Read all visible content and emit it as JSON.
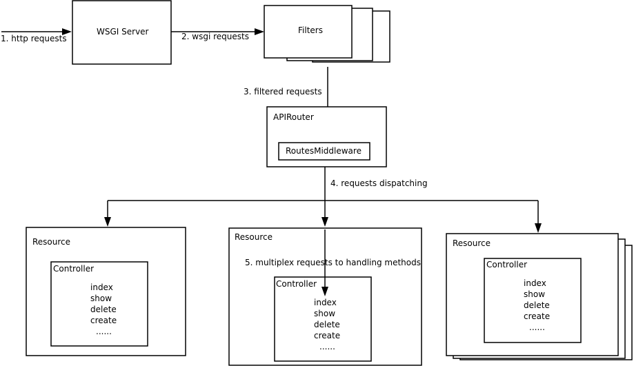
{
  "wsgi_server": {
    "label": "WSGI Server"
  },
  "filters": {
    "label": "Filters"
  },
  "api_router": {
    "label": "APIRouter",
    "middleware": "RoutesMiddleware"
  },
  "steps": {
    "http": "1. http requests",
    "wsgi": "2. wsgi requests",
    "filtered": "3. filtered requests",
    "dispatching": "4. requests dispatching",
    "multiplex": "5. multiplex requests to handling methods"
  },
  "resources": [
    {
      "label": "Resource",
      "controller": "Controller",
      "methods": [
        "index",
        "show",
        "delete",
        "create",
        "......"
      ]
    },
    {
      "label": "Resource",
      "controller": "Controller",
      "methods": [
        "index",
        "show",
        "delete",
        "create",
        "......"
      ]
    },
    {
      "label": "Resource",
      "controller": "Controller",
      "methods": [
        "index",
        "show",
        "delete",
        "create",
        "......"
      ]
    }
  ]
}
